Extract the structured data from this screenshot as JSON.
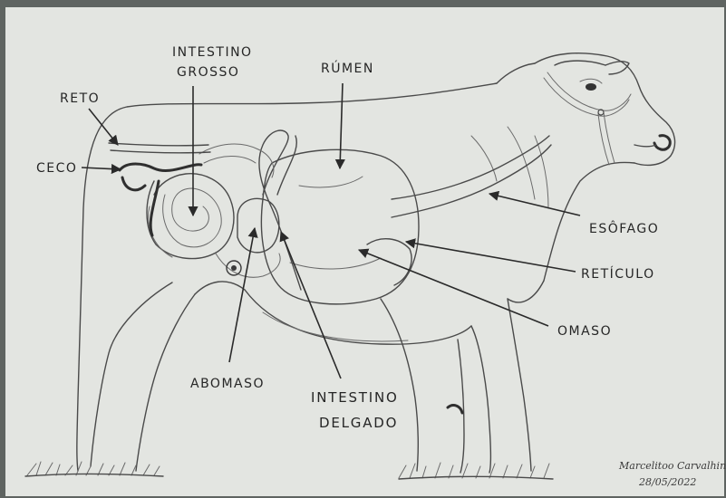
{
  "labels": {
    "intestino_grosso_line1": "INTESTINO",
    "intestino_grosso_line2": "GROSSO",
    "rumen": "RÚMEN",
    "reto": "RETO",
    "ceco": "CECO",
    "esofago": "ESÔFAGO",
    "reticulo": "RETÍCULO",
    "omaso": "OMASO",
    "abomaso": "ABOMASO",
    "intestino_delgado_line1": "INTESTINO",
    "intestino_delgado_line2": "DELGADO"
  },
  "signature": {
    "name": "Marcelitoo Carvalhino",
    "date": "28/05/2022"
  },
  "colors": {
    "paper": "#e3e5e1",
    "ink": "#3a3a3a",
    "background": "#5f6461"
  }
}
